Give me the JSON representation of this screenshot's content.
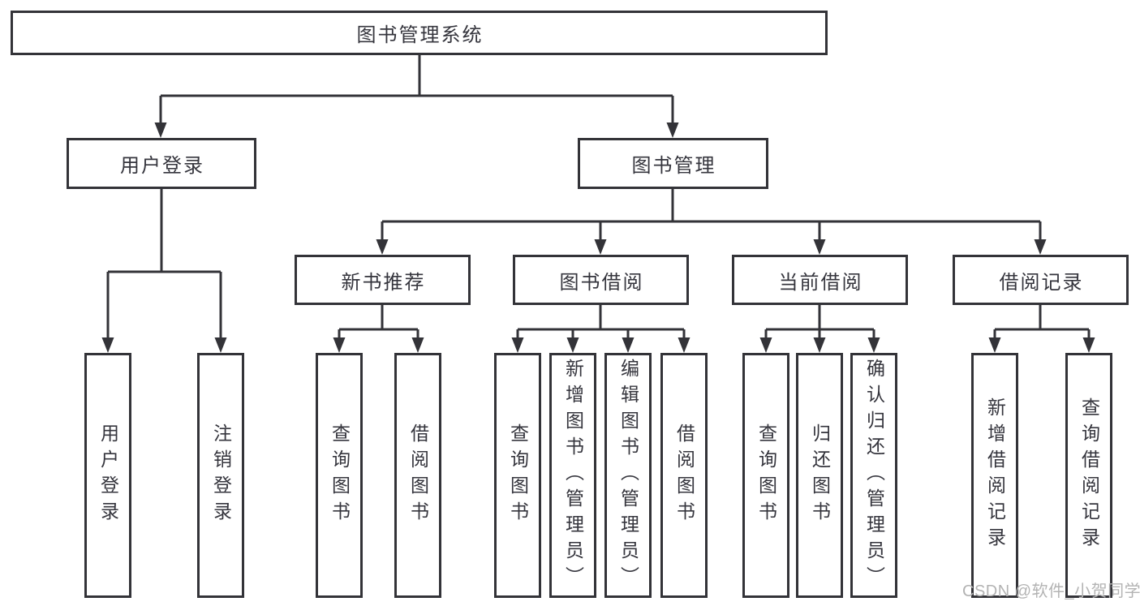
{
  "diagram_title": "图书管理系统",
  "nodes": {
    "root": {
      "label": "图书管理系统"
    },
    "user_login": {
      "label": "用户登录",
      "children": [
        {
          "label": "用户登录"
        },
        {
          "label": "注销登录"
        }
      ]
    },
    "book_management": {
      "label": "图书管理"
    },
    "new_book_recommend": {
      "label": "新书推荐",
      "children": [
        {
          "label": "查询图书"
        },
        {
          "label": "借阅图书"
        }
      ]
    },
    "book_borrow": {
      "label": "图书借阅",
      "children": [
        {
          "label": "查询图书"
        },
        {
          "label": "新增图书（管理员）"
        },
        {
          "label": "编辑图书（管理员）"
        },
        {
          "label": "借阅图书"
        }
      ]
    },
    "current_borrow": {
      "label": "当前借阅",
      "children": [
        {
          "label": "查询图书"
        },
        {
          "label": "归还图书"
        },
        {
          "label": "确认归还（管理员）"
        }
      ]
    },
    "borrow_records": {
      "label": "借阅记录",
      "children": [
        {
          "label": "新增借阅记录"
        },
        {
          "label": "查询借阅记录"
        }
      ]
    }
  },
  "watermark": {
    "text": "CSDN @软件_小贺同学"
  },
  "colors": {
    "line": "#333338",
    "box_border": "#333338",
    "text": "#35353d",
    "watermark": "#b3b3b3",
    "background": "#ffffff"
  }
}
